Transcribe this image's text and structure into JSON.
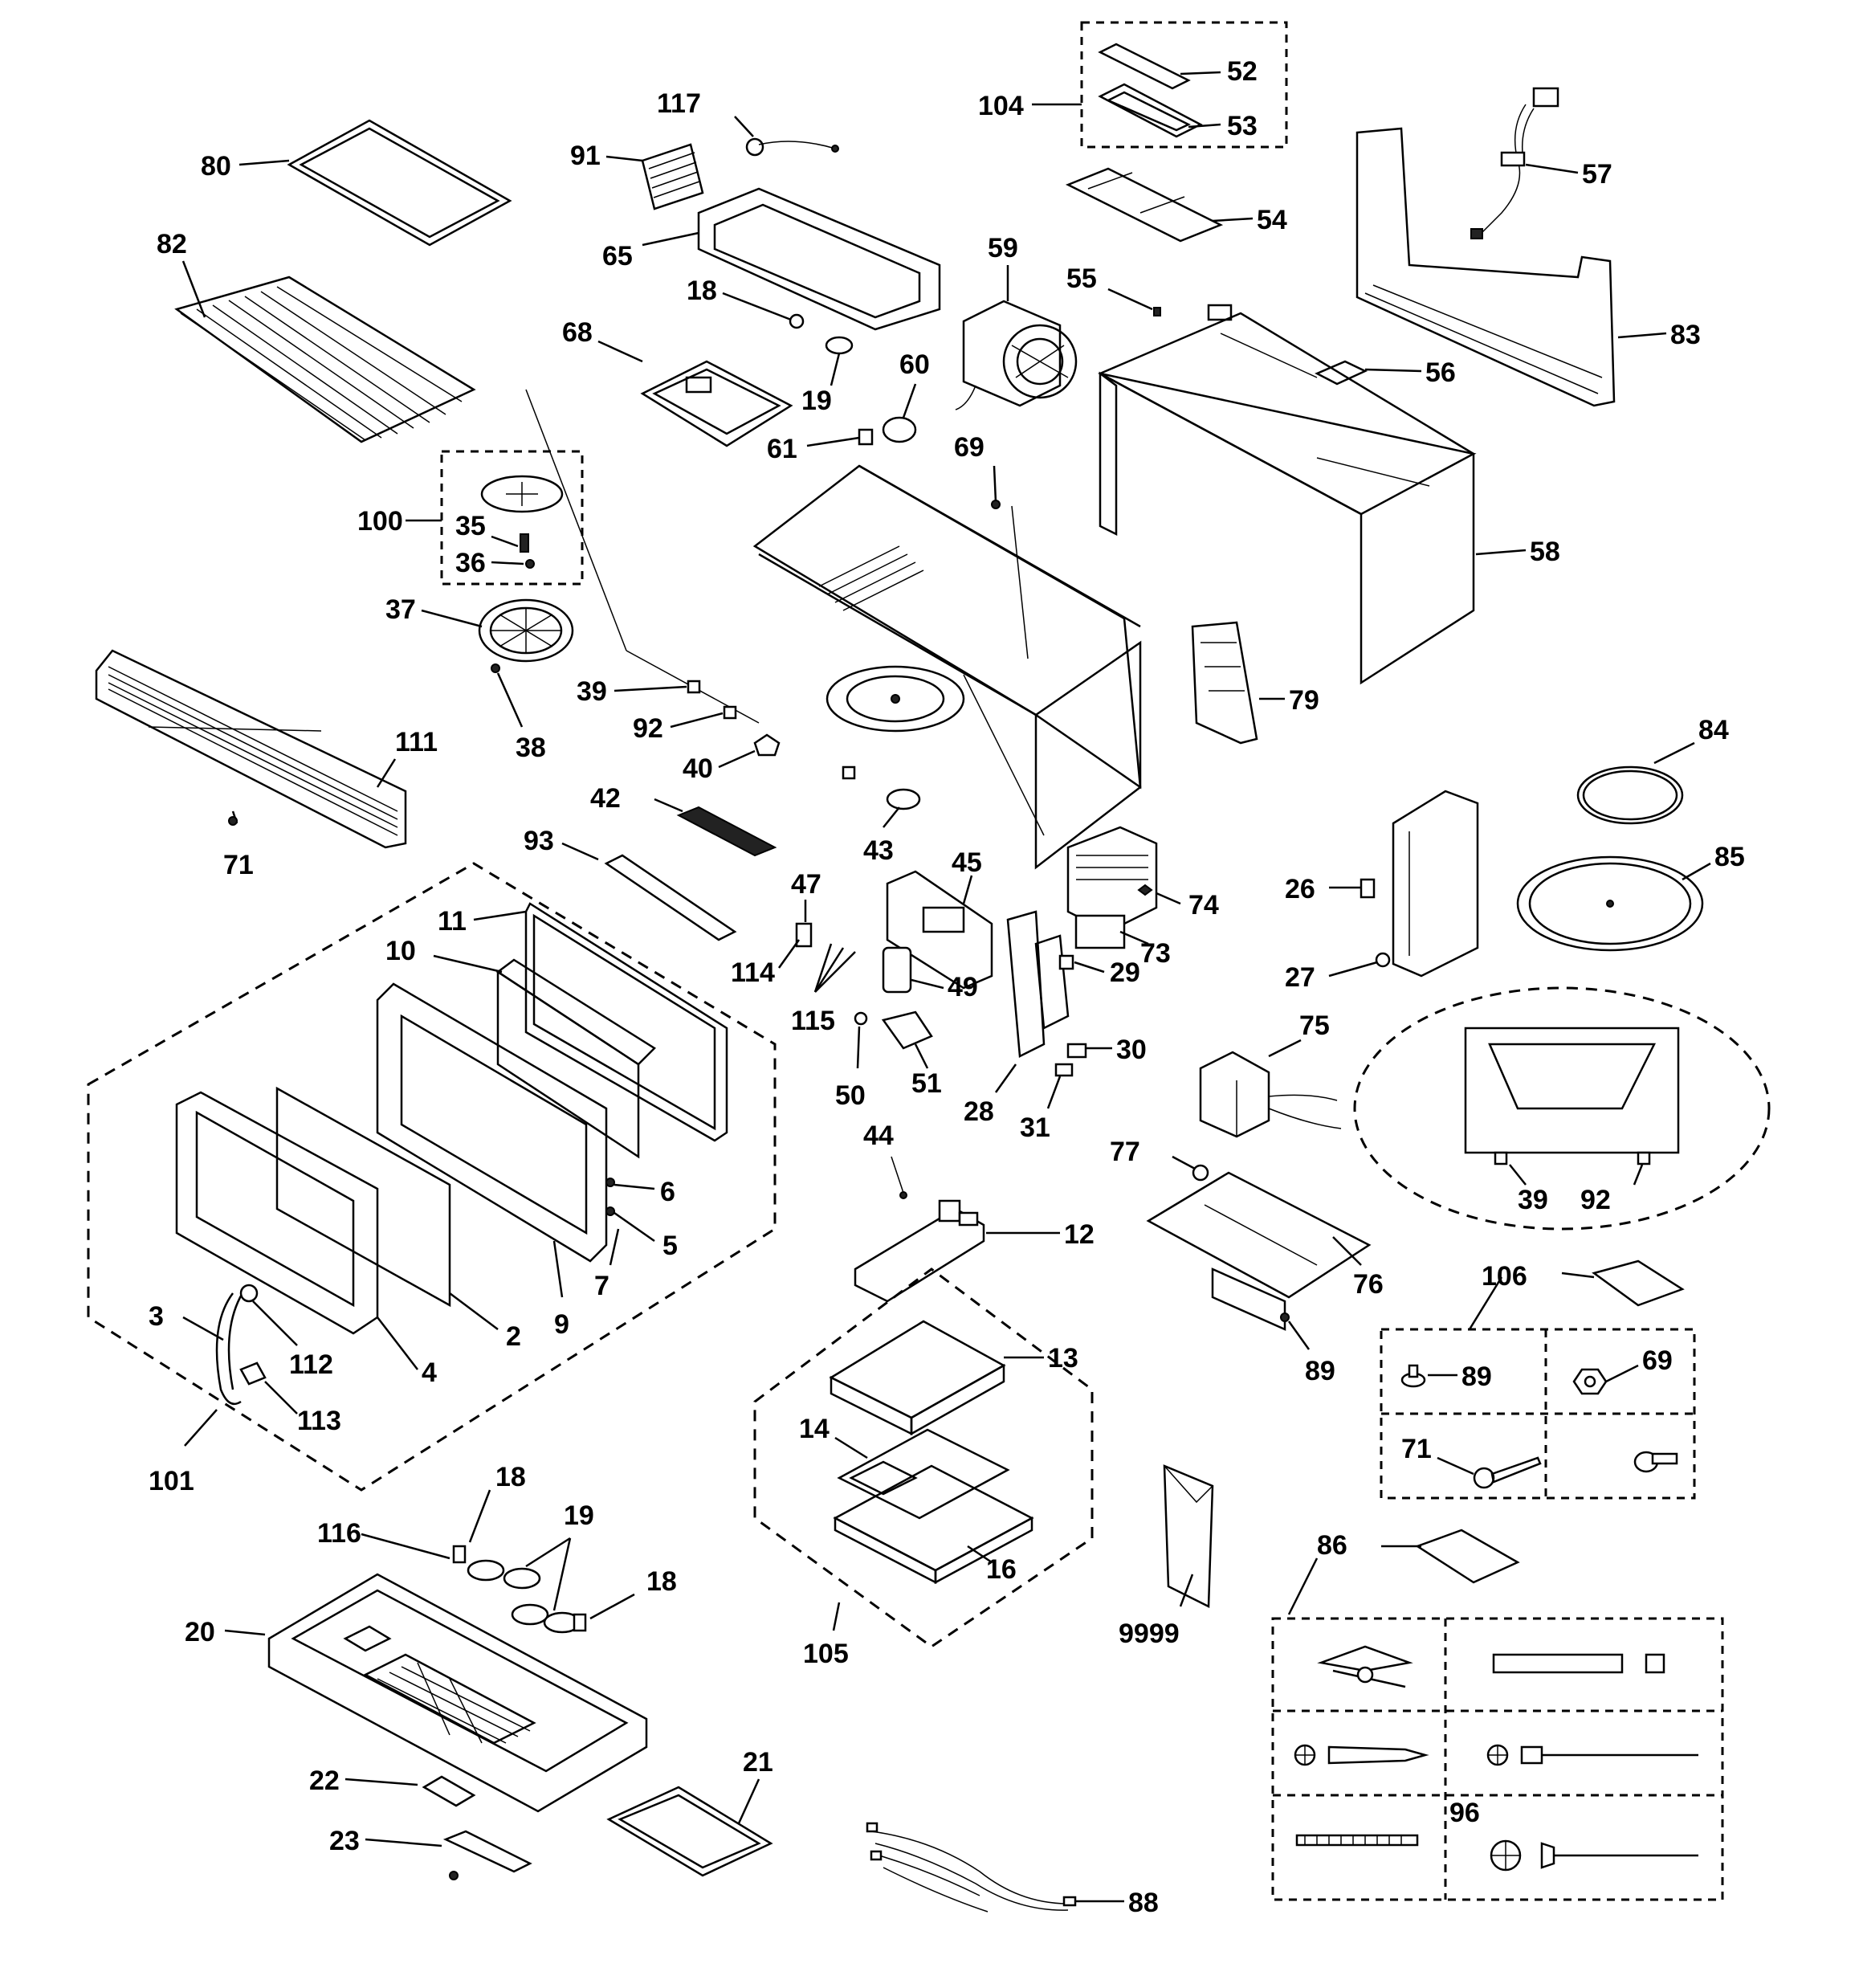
{
  "labels": {
    "l80": "80",
    "l82": "82",
    "l117": "117",
    "l91": "91",
    "l65": "65",
    "l18a": "18",
    "l68": "68",
    "l19a": "19",
    "l104": "104",
    "l52": "52",
    "l53": "53",
    "l54": "54",
    "l59": "59",
    "l60": "60",
    "l61": "61",
    "l69a": "69",
    "l55": "55",
    "l56": "56",
    "l57": "57",
    "l83": "83",
    "l58": "58",
    "l100": "100",
    "l35": "35",
    "l36": "36",
    "l37": "37",
    "l38": "38",
    "l39a": "39",
    "l92a": "92",
    "l40": "40",
    "l111": "111",
    "l71a": "71",
    "l42": "42",
    "l43": "43",
    "l79": "79",
    "l84": "84",
    "l85": "85",
    "l93": "93",
    "l11": "11",
    "l10": "10",
    "l47": "47",
    "l45": "45",
    "l114": "114",
    "l115": "115",
    "l49": "49",
    "l74": "74",
    "l73": "73",
    "l26": "26",
    "l27": "27",
    "l29": "29",
    "l30": "30",
    "l50": "50",
    "l51": "51",
    "l28": "28",
    "l31": "31",
    "l75": "75",
    "l6": "6",
    "l5": "5",
    "l7": "7",
    "l9": "9",
    "l2": "2",
    "l4": "4",
    "l3": "3",
    "l112": "112",
    "l113": "113",
    "l101": "101",
    "l44": "44",
    "l12": "12",
    "l77": "77",
    "l39b": "39",
    "l92b": "92",
    "l76": "76",
    "l89a": "89",
    "l106": "106",
    "l89b": "89",
    "l69b": "69",
    "l71b": "71",
    "l13": "13",
    "l14": "14",
    "l16": "16",
    "l105": "105",
    "l9999": "9999",
    "l86": "86",
    "l96": "96",
    "l18b": "18",
    "l19b": "19",
    "l18c": "18",
    "l116": "116",
    "l20": "20",
    "l22": "22",
    "l21": "21",
    "l23": "23",
    "l88": "88"
  }
}
